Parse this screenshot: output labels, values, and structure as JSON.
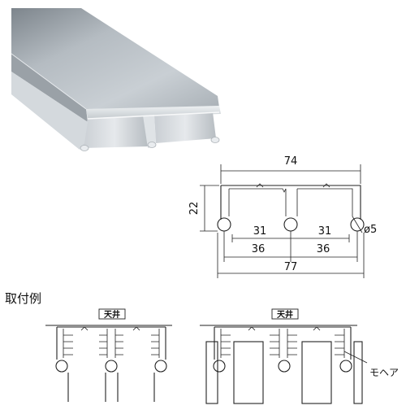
{
  "section_title": "取付例",
  "dimensions": {
    "top_width": "74",
    "height": "22",
    "pitch_left": "31",
    "pitch_right": "31",
    "spacing_left": "36",
    "spacing_right": "36",
    "overall_width": "77",
    "hole_diameter": "ø5"
  },
  "install": {
    "ceiling_label_1": "天井",
    "ceiling_label_2": "天井",
    "pile_label": "モヘア"
  },
  "colors": {
    "rail_light": "#d9dee2",
    "rail_mid": "#a9b0b6",
    "rail_dark": "#7c838a",
    "line": "#222222"
  }
}
